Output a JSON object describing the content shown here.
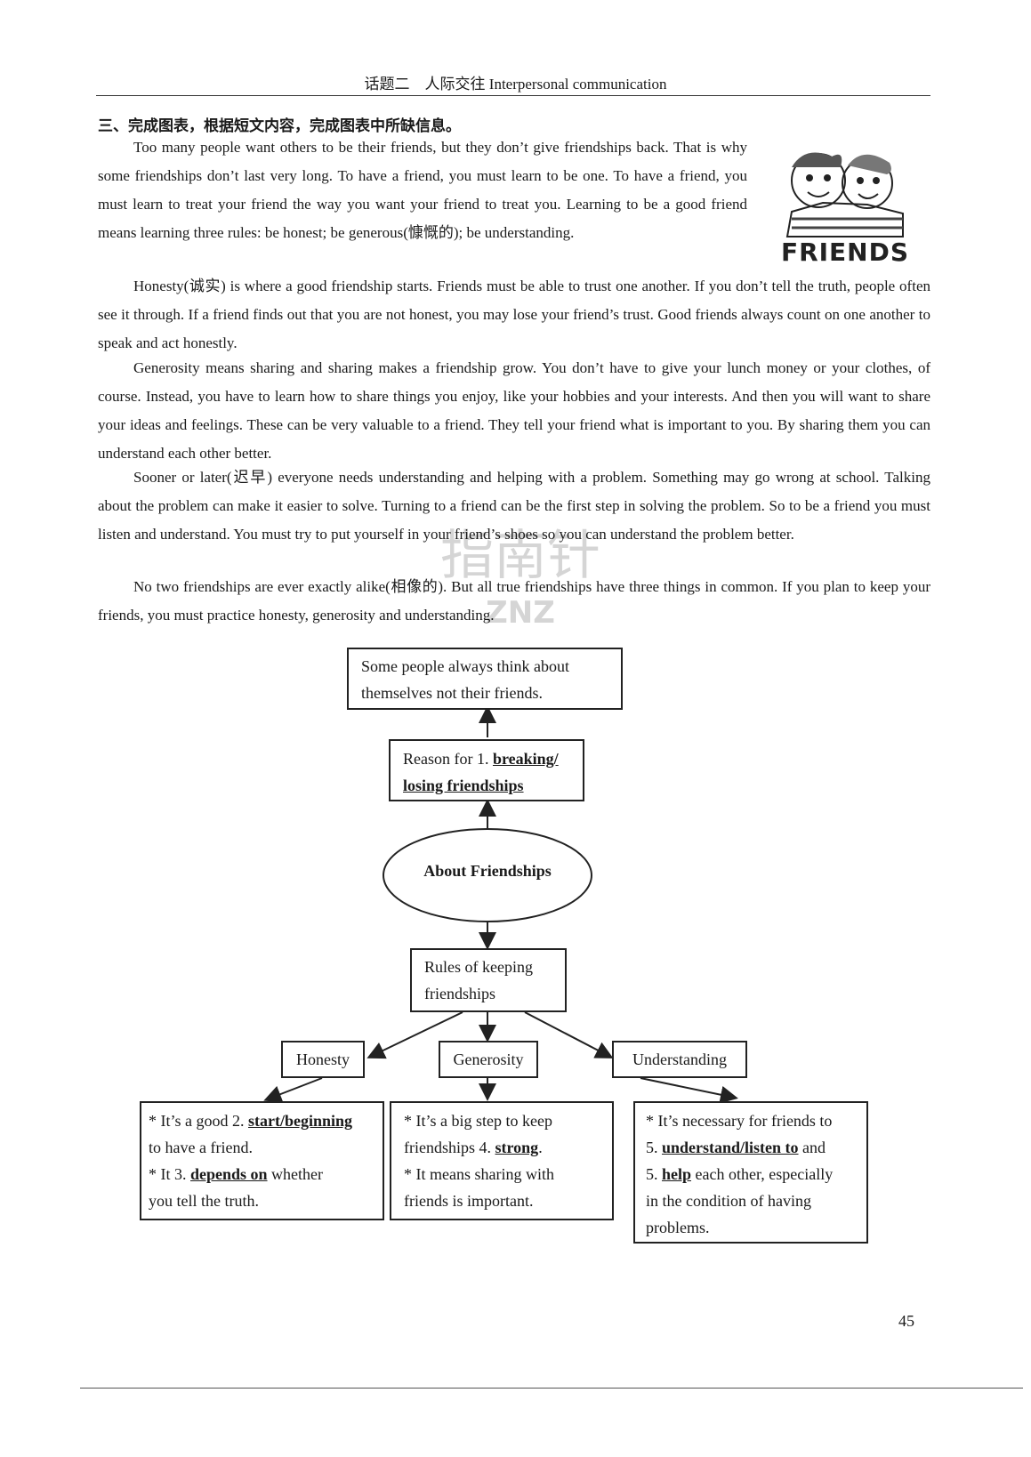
{
  "header": {
    "title": "话题二　人际交往 Interpersonal communication"
  },
  "section": {
    "title": "三、完成图表，根据短文内容，完成图表中所缺信息。"
  },
  "passage": [
    "Too many people want others to be their friends, but they don’t give friendships back. That is why some friendships don’t last very long. To have a friend, you must learn to be one. To have a friend, you must learn to treat your friend the way you want your friend to treat you. Learning to be a good friend means learning three rules: be honest; be generous(慷慨的); be understanding.",
    "Honesty(诚实) is where a good friendship starts. Friends must be able to trust one another. If you don’t tell the truth, people often see it through. If a friend finds out that you are not honest, you may lose your friend’s trust. Good friends always count on one another to speak and act honestly.",
    "Generosity means sharing and sharing makes a friendship grow. You don’t have to give your lunch money or your clothes, of course. Instead, you have to learn how to share things you enjoy, like your hobbies and your interests. And then you will want to share your ideas and feelings. These can be very valuable to a friend. They tell your friend what is important to you. By sharing them you can understand each other better.",
    "Sooner or later(迟早) everyone needs understanding and helping with a problem. Something may go wrong at school. Talking about the problem can make it easier to solve. Turning to a friend can be the first step in solving the problem. So to be a friend you must listen and understand. You must try to put yourself in your friend’s shoes so you can understand the problem better.",
    "No two friendships are ever exactly alike(相像的). But all true friendships have three things in common. If you plan to keep your friends, you must practice honesty, generosity and understanding."
  ],
  "image": {
    "label": "FRIENDS"
  },
  "watermark": {
    "text": "指南针",
    "letters": "ZNZ"
  },
  "diagram": {
    "top_box": "Some people always think about themselves not their friends.",
    "reason": {
      "prefix": "Reason for 1.",
      "answer": "breaking/ losing friendships"
    },
    "center": "About Friendships",
    "rules": "Rules of keeping friendships",
    "honesty": {
      "label": "Honesty",
      "line1_prefix": "* It’s a good 2.",
      "line1_answer": "start/beginning",
      "line2": "to have a friend.",
      "line3_prefix": "* It 3.",
      "line3_answer": "depends on",
      "line3_suffix": "whether",
      "line4": "you tell the truth."
    },
    "generosity": {
      "label": "Generosity",
      "line1": "* It’s a big step to keep",
      "line2_prefix": "friendships 4.",
      "line2_answer": "strong",
      "line2_suffix": ".",
      "line3": "* It means sharing with",
      "line4": "friends is important."
    },
    "understanding": {
      "label": "Understanding",
      "line1": "* It’s necessary for friends to",
      "line2_prefix": "5.",
      "line2_answer": "understand/listen to",
      "line2_suffix": "and",
      "line3_prefix": "5.",
      "line3_answer": "help",
      "line3_suffix": "each other, especially",
      "line4": "in the condition of having",
      "line5": "problems."
    }
  },
  "page_number": "45"
}
